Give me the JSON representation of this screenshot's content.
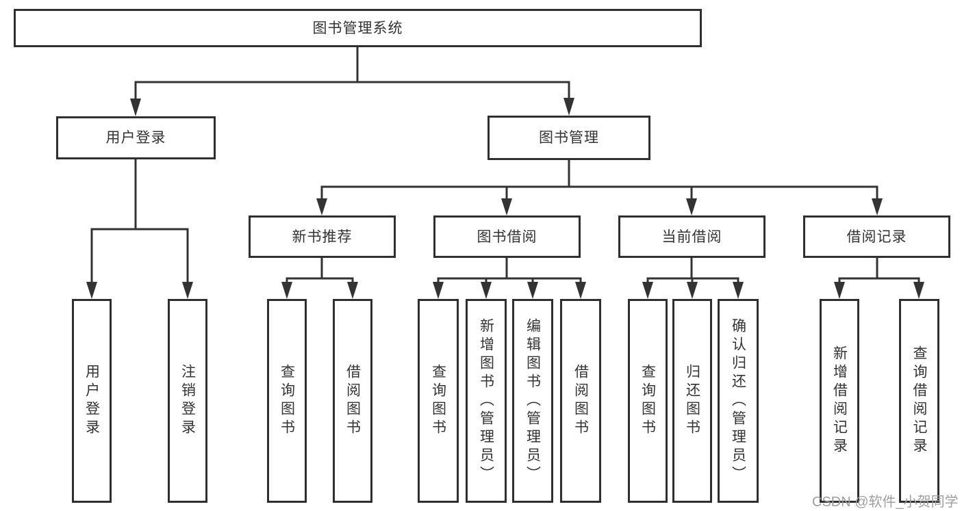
{
  "diagram": {
    "type": "hierarchy-tree",
    "line_color": "#333333",
    "box_border_color": "#2f2f2f",
    "text_color": "#333333",
    "background_color": "#ffffff"
  },
  "nodes": {
    "root": {
      "label": "图书管理系统"
    },
    "userLogin": {
      "label": "用户登录"
    },
    "bookMgmt": {
      "label": "图书管理"
    },
    "newRec": {
      "label": "新书推荐"
    },
    "bookBorrow": {
      "label": "图书借阅"
    },
    "currentBorrow": {
      "label": "当前借阅"
    },
    "borrowRecords": {
      "label": "借阅记录"
    },
    "leaves": {
      "userLogin": {
        "label": "用户登录"
      },
      "logout": {
        "label": "注销登录"
      },
      "queryBooksA": {
        "label": "查询图书"
      },
      "borrowBooksA": {
        "label": "借阅图书"
      },
      "queryBooksB": {
        "label": "查询图书"
      },
      "addBooks": {
        "label": "新增图书（管理员）"
      },
      "editBooks": {
        "label": "编辑图书（管理员）"
      },
      "borrowBooksB": {
        "label": "借阅图书"
      },
      "queryBooksC": {
        "label": "查询图书"
      },
      "returnBooks": {
        "label": "归还图书"
      },
      "confirmReturn": {
        "label": "确认归还（管理员）"
      },
      "addBorrowRecord": {
        "label": "新增借阅记录"
      },
      "queryBorrowRecord": {
        "label": "查询借阅记录"
      }
    }
  },
  "watermark": {
    "text": "CSDN @软件_小贺同学"
  }
}
